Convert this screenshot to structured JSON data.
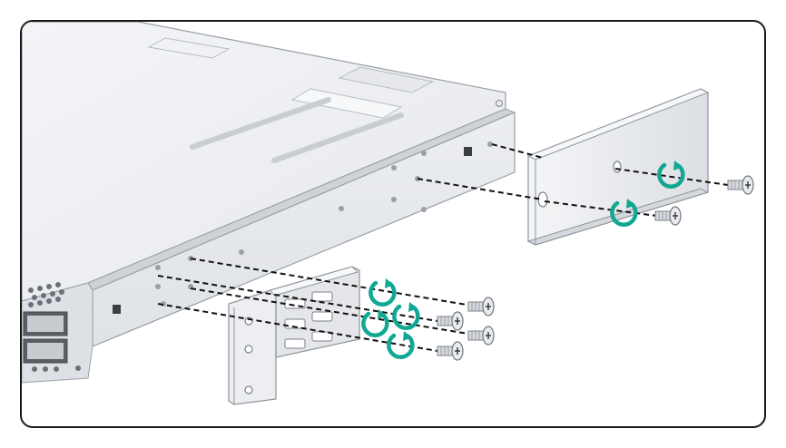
{
  "figure": {
    "description_text": "",
    "colors": {
      "chassis_top": "#eef0f4",
      "chassis_front": "#e2e4e8",
      "chassis_side": "#e8eaee",
      "outline": "#8e949c",
      "rail": "#ebedf0",
      "rotation_arrow": "#10a892",
      "guide_line": "#111111"
    },
    "icons": [
      "switch-chassis",
      "rear-rail",
      "front-mounting-bracket",
      "screw-icon",
      "clockwise-rotation-icon",
      "dashed-alignment-line"
    ]
  }
}
